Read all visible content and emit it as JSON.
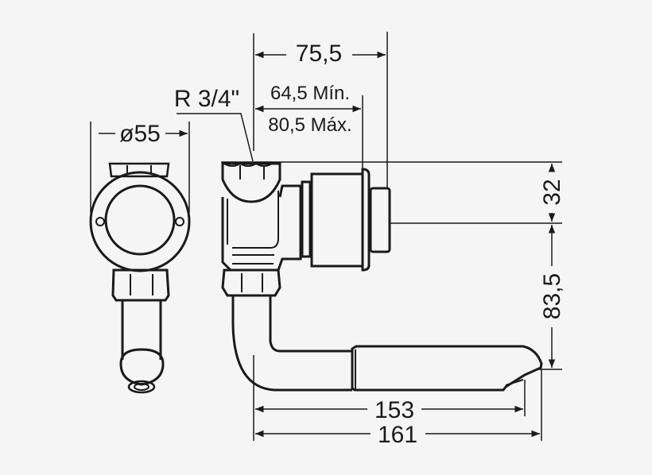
{
  "diagram": {
    "type": "technical-drawing",
    "subject": "wall-mounted faucet with elbow spout",
    "colors": {
      "background": "#f5f5f5",
      "line": "#1a1a1a"
    },
    "dimensions": {
      "diameter": "ø55",
      "thread": "R 3/4\"",
      "depth_total": "75,5",
      "depth_min": "64,5 Mín.",
      "depth_max": "80,5 Máx.",
      "height_top": "32",
      "height_bottom": "83,5",
      "spout_length_inner": "153",
      "spout_length_outer": "161"
    }
  }
}
